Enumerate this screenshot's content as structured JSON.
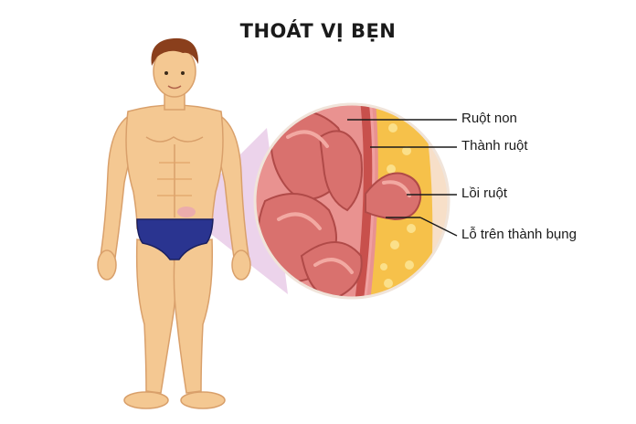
{
  "title": "THOÁT VỊ BẸN",
  "labels": {
    "small_intestine": "Ruột non",
    "intestinal_wall": "Thành ruột",
    "hernia_bulge": "Lồi ruột",
    "abdominal_wall_hole": "Lỗ trên thành bụng"
  },
  "colors": {
    "skin": "#f4c892",
    "skin_shadow": "#e0a46a",
    "hair": "#8a3f1c",
    "underwear": "#2a3490",
    "intestine": "#d9716e",
    "intestine_light": "#f2a9a2",
    "fat": "#f6c14a",
    "magnify_cone": "#e7c8e6"
  }
}
